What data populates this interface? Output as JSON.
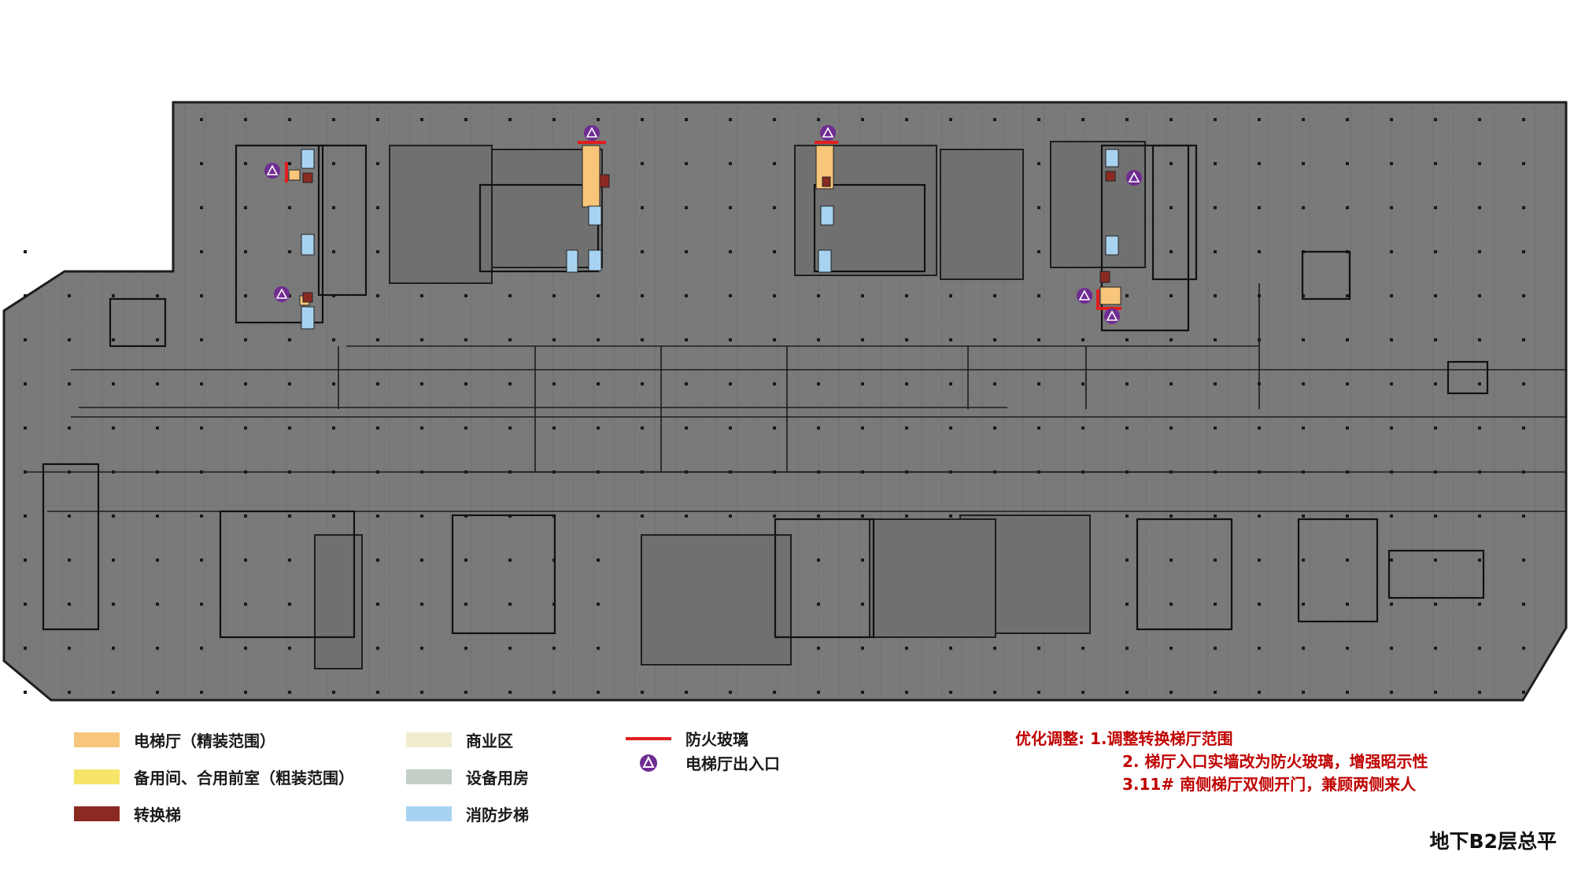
{
  "plan": {
    "title": "地下B2层总平",
    "colors": {
      "background": "#7a7a7a",
      "outline": "#1e1e1e",
      "lines": "#2a2a2a",
      "elevator_hall": "#f7c67a",
      "spare_room": "#f7e56a",
      "transfer_stair": "#8b2a22",
      "commercial": "#f1ebd0",
      "equipment": "#c3cfc6",
      "fire_stair": "#a8d3f0",
      "fire_glass": "#e01e1e",
      "exit_marker": "#6f2c91"
    }
  },
  "legend": {
    "col1": [
      {
        "label": "电梯厅（精装范围）",
        "color": "#f7c67a"
      },
      {
        "label": "备用间、合用前室（粗装范围）",
        "color": "#f7e56a"
      },
      {
        "label": "转换梯",
        "color": "#8b2a22"
      }
    ],
    "col2": [
      {
        "label": "商业区",
        "color": "#f1ebd0"
      },
      {
        "label": "设备用房",
        "color": "#c3cfc6"
      },
      {
        "label": "消防步梯",
        "color": "#a8d3f0"
      }
    ],
    "col3": [
      {
        "label": "防火玻璃",
        "symbol": "red-line"
      },
      {
        "label": "电梯厅出入口",
        "symbol": "purple-triangle"
      }
    ]
  },
  "notes": {
    "line1": "优化调整: 1.调整转换梯厅范围",
    "line2": "2. 梯厅入口实墙改为防火玻璃，增强昭示性",
    "line3": "3.11# 南侧梯厅双侧开门，兼顾两侧来人"
  }
}
